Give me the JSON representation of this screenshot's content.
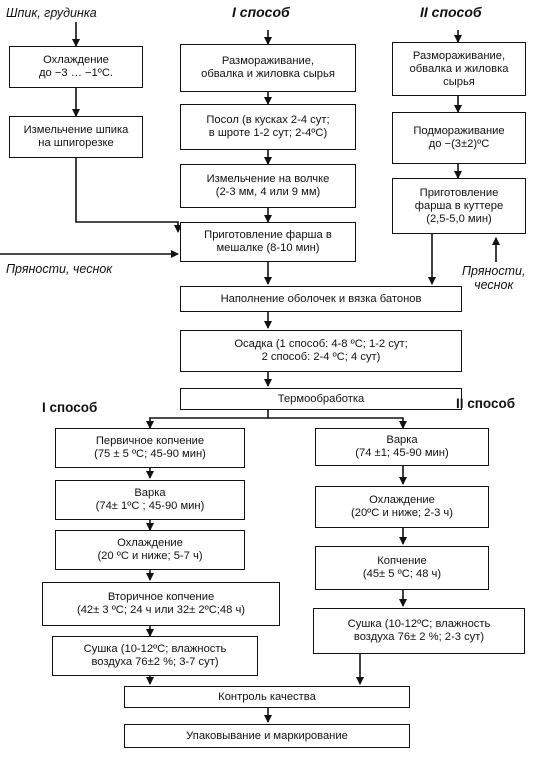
{
  "labels": {
    "raw_top": "Шпик, грудинка",
    "method1_top": "I способ",
    "method2_top": "II способ",
    "spices1": "Пряности, чеснок",
    "spices2_line1": "Пряности,",
    "spices2_line2": "чеснок",
    "method1_mid": "I способ",
    "method2_mid": "II способ"
  },
  "boxes": {
    "cooling_fat": "Охлаждение\nдо −3 … −1ºС.",
    "mince_fat": "Измельчение шпика\nна шпигорезке",
    "thaw1": "Размораживание,\nобвалка и жиловка сырья",
    "salting": "Посол (в кусках 2-4 сут;\nв шроте 1-2 сут; 2-4ºС)",
    "grind_volchok": "Измельчение на волчке\n(2-3 мм, 4 или 9 мм)",
    "mix": "Приготовление фарша в\nмешалке (8-10 мин)",
    "thaw2": "Размораживание,\nобвалка и жиловка\nсырья",
    "prefreeze": "Подмораживание\nдо −(3±2)ºС",
    "cutter": "Приготовление\nфарша в куттере\n(2,5-5,0 мин)",
    "stuffing": "Наполнение оболочек и вязка батонов",
    "settling": "Осадка (1 способ: 4-8 ºС; 1-2 сут;\n2 способ: 2-4 ºС; 4 сут)",
    "heat": "Термообработка",
    "smoke1": "Первичное копчение\n(75 ± 5 ºС; 45-90 мин)",
    "boil1": "Варка\n(74± 1ºС ; 45-90 мин)",
    "cool1": "Охлаждение\n(20 ºС  и ниже; 5-7 ч)",
    "smoke2": "Вторичное копчение\n(42± 3 ºС; 24 ч или 32± 2ºС;48 ч)",
    "dry1": "Сушка (10-12ºС; влажность\nвоздуха  76±2 %; 3-7 сут)",
    "boil2": "Варка\n(74 ±1; 45-90 мин)",
    "cool2": "Охлаждение\n(20ºС  и ниже; 2-3 ч)",
    "smoke3": "Копчение\n(45± 5 ºС; 48 ч)",
    "dry2": "Сушка (10-12ºС; влажность\nвоздуха  76± 2 %; 2-3 сут)",
    "quality": "Контроль качества",
    "packing": "Упаковывание и маркирование"
  }
}
